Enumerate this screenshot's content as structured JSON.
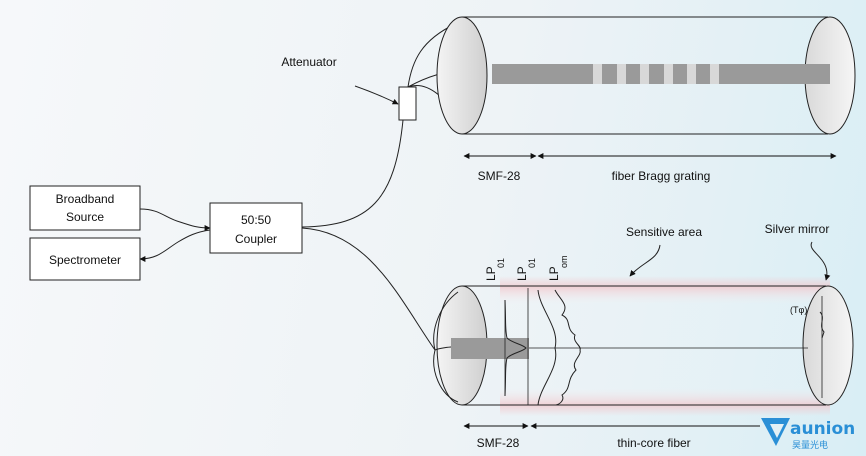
{
  "labels": {
    "broadband_source_line1": "Broadband",
    "broadband_source_line2": "Source",
    "spectrometer": "Spectrometer",
    "coupler_line1": "50:50",
    "coupler_line2": "Coupler",
    "attenuator": "Attenuator",
    "smf_top": "SMF-28",
    "fbg": "fiber Bragg grating",
    "sensitive_area": "Sensitive area",
    "silver_mirror": "Silver mirror",
    "lp01_a_main": "LP",
    "lp01_a_sub": "01",
    "lp01_b_main": "LP",
    "lp01_b_sub": "01",
    "lpom_main": "LP",
    "lpom_sub": "om",
    "t_phi": "(Tφ)",
    "smf_bottom": "SMF-28",
    "thin_core": "thin-core fiber"
  },
  "logo": {
    "name": "aunion",
    "subtitle": "昊量光电"
  },
  "colors": {
    "fiber_core": "#9a9a9a",
    "grating_band": "#d8d8d8",
    "sensitive_glow": "#f2c7cc",
    "logo_blue": "#2a8fd6"
  }
}
